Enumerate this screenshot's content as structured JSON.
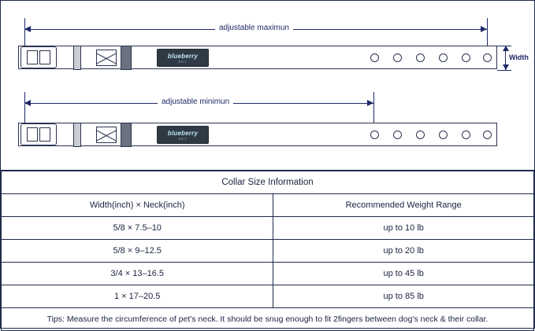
{
  "diagram": {
    "max_label": "adjustable maximun",
    "min_label": "adjustable minimun",
    "width_label": "Width",
    "brand": "blueberry",
    "brand_sub": "PET"
  },
  "table": {
    "section_title": "Collar Size Information",
    "headers": {
      "col1": "Width(inch) × Neck(inch)",
      "col2": "Recommended Weight Range"
    },
    "rows": [
      {
        "size": "5/8 × 7.5–10",
        "weight": "up to 10 lb"
      },
      {
        "size": "5/8 × 9–12.5",
        "weight": "up to 20 lb"
      },
      {
        "size": "3/4 × 13–16.5",
        "weight": "up to 45 lb"
      },
      {
        "size": "1 × 17–20.5",
        "weight": "up to 85 lb"
      }
    ],
    "tips": "Tips: Measure the circumference of pet's neck. It should be snug enough to fit 2fingers between dog's neck & their collar."
  }
}
